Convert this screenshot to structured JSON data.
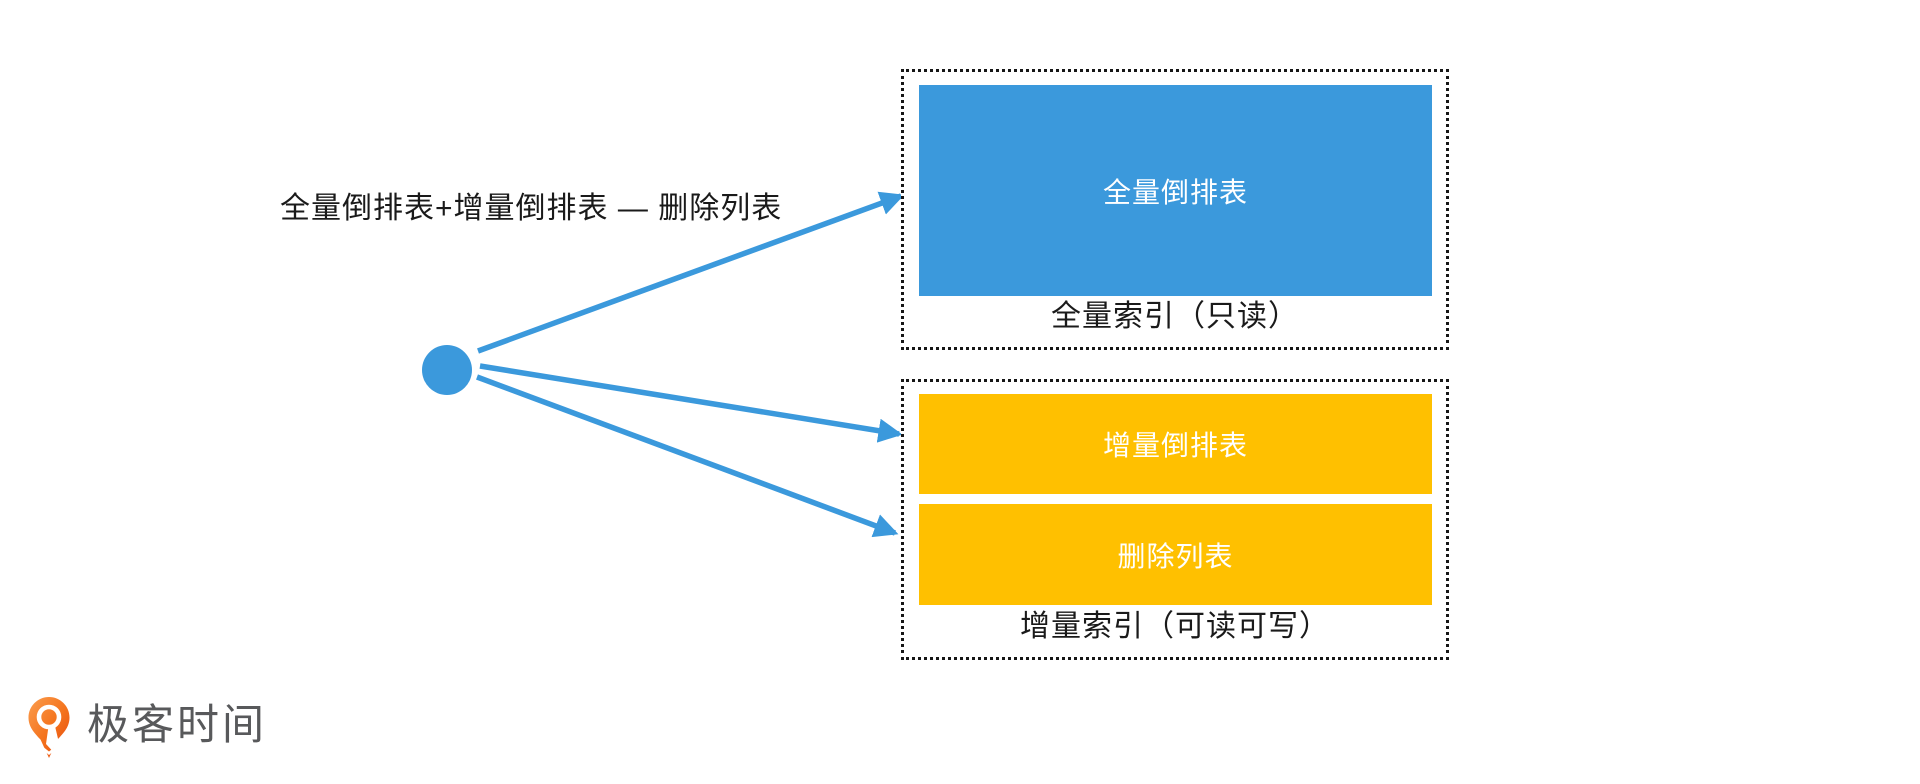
{
  "diagram": {
    "formula_label": "全量倒排表+增量倒排表 — 删除列表",
    "source_node": {
      "shape": "circle",
      "color": "#3b99dc"
    },
    "arrow_color": "#3b99dc",
    "full_index_group": {
      "block_label": "全量倒排表",
      "block_color": "#3b99dc",
      "caption": "全量索引（只读）"
    },
    "incremental_index_group": {
      "blocks": [
        {
          "label": "增量倒排表"
        },
        {
          "label": "删除列表"
        }
      ],
      "block_color": "#ffc000",
      "caption": "增量索引（可读可写）"
    }
  },
  "footer": {
    "logo_text": "极客时间",
    "logo_primary_color": "#f4731d",
    "logo_text_color": "#58595b"
  }
}
